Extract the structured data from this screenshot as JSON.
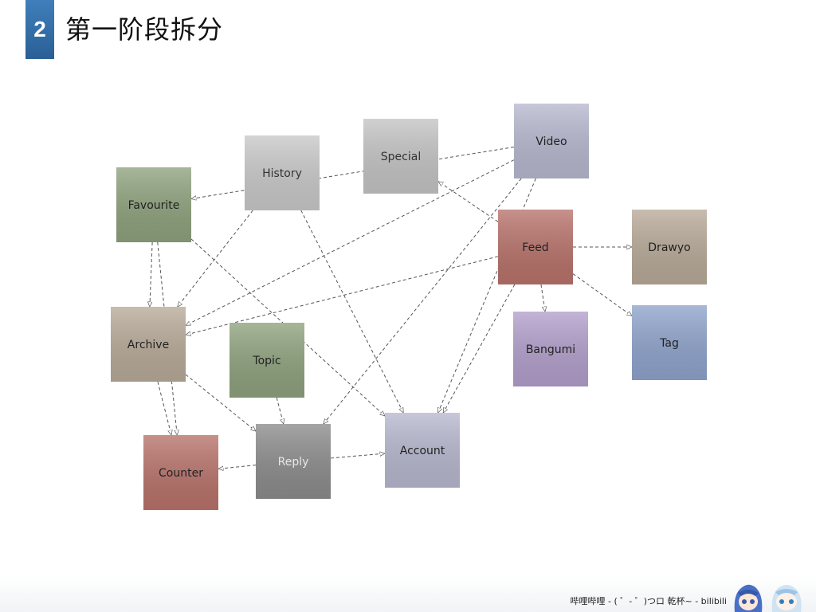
{
  "slide": {
    "number": "2",
    "title": "第一阶段拆分"
  },
  "nodes": [
    {
      "id": "history",
      "label": "History",
      "color": "#c9c9c9",
      "text_color": "#333333"
    },
    {
      "id": "special",
      "label": "Special",
      "color": "#c4c4c4",
      "text_color": "#333333"
    },
    {
      "id": "video",
      "label": "Video",
      "color": "#b8b8d0",
      "text_color": "#222222"
    },
    {
      "id": "favourite",
      "label": "Favourite",
      "color": "#8ea27d",
      "text_color": "#222222"
    },
    {
      "id": "feed",
      "label": "Feed",
      "color": "#b8726a",
      "text_color": "#222222"
    },
    {
      "id": "drawyo",
      "label": "Drawyo",
      "color": "#b8aa98",
      "text_color": "#222222"
    },
    {
      "id": "archive",
      "label": "Archive",
      "color": "#b8aa98",
      "text_color": "#222222"
    },
    {
      "id": "topic",
      "label": "Topic",
      "color": "#8ea27d",
      "text_color": "#222222"
    },
    {
      "id": "bangumi",
      "label": "Bangumi",
      "color": "#b39fcc",
      "text_color": "#222222"
    },
    {
      "id": "tag",
      "label": "Tag",
      "color": "#8fa4cc",
      "text_color": "#222222"
    },
    {
      "id": "counter",
      "label": "Counter",
      "color": "#b8726a",
      "text_color": "#222222"
    },
    {
      "id": "reply",
      "label": "Reply",
      "color": "#8c8c8c",
      "text_color": "#e8e8e8"
    },
    {
      "id": "account",
      "label": "Account",
      "color": "#b8b8d0",
      "text_color": "#222222"
    }
  ],
  "edges": [
    {
      "from": "video",
      "to": "favourite"
    },
    {
      "from": "video",
      "to": "archive"
    },
    {
      "from": "video",
      "to": "reply"
    },
    {
      "from": "video",
      "to": "account"
    },
    {
      "from": "history",
      "to": "archive"
    },
    {
      "from": "history",
      "to": "account"
    },
    {
      "from": "favourite",
      "to": "archive"
    },
    {
      "from": "favourite",
      "to": "counter"
    },
    {
      "from": "favourite",
      "to": "account"
    },
    {
      "from": "feed",
      "to": "special"
    },
    {
      "from": "feed",
      "to": "drawyo"
    },
    {
      "from": "feed",
      "to": "tag"
    },
    {
      "from": "feed",
      "to": "bangumi"
    },
    {
      "from": "feed",
      "to": "archive"
    },
    {
      "from": "feed",
      "to": "account"
    },
    {
      "from": "archive",
      "to": "counter"
    },
    {
      "from": "archive",
      "to": "reply"
    },
    {
      "from": "topic",
      "to": "reply"
    },
    {
      "from": "reply",
      "to": "counter"
    },
    {
      "from": "reply",
      "to": "account"
    }
  ],
  "footer": {
    "text": "哔哩哔哩 - ( ゜- ゜)つロ 乾杯~ - bilibili"
  }
}
